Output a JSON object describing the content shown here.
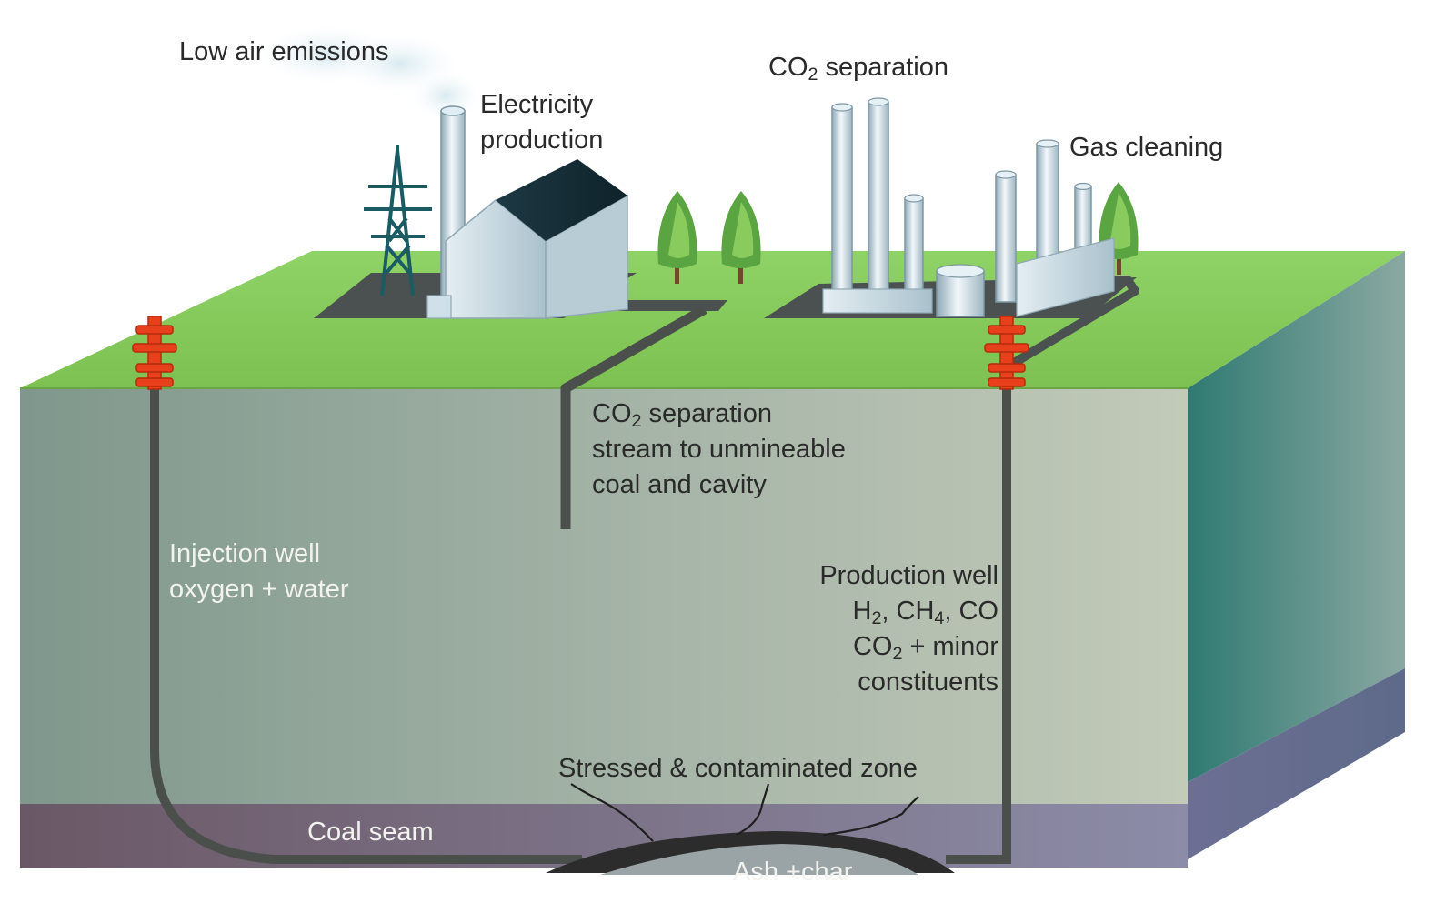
{
  "labels": {
    "low_air_emissions": "Low air emissions",
    "electricity_production": [
      "Electricity",
      "production"
    ],
    "co2_separation_surface": {
      "pre": "CO",
      "sub": "2",
      "post": " separation"
    },
    "gas_cleaning": "Gas cleaning",
    "co2_stream": {
      "line1_pre": "CO",
      "line1_sub": "2",
      "line1_post": " separation",
      "line2": "stream to unmineable",
      "line3": "coal and cavity"
    },
    "injection_well": [
      "Injection well",
      "oxygen + water"
    ],
    "production_well": {
      "line1": "Production well",
      "line2_parts": [
        "H",
        "2",
        ", CH",
        "4",
        ", CO"
      ],
      "line3_parts": [
        "CO",
        "2",
        " + minor"
      ],
      "line4": "constituents"
    },
    "stressed_zone": "Stressed & contaminated zone",
    "coal_seam": "Coal seam",
    "ash_char": "Ash +char"
  },
  "colors": {
    "ground_surface": "#84c95a",
    "strata_front": "#9aac9f",
    "coal_seam": "#6e5f6c",
    "pipe": "#4a4f4c",
    "wellhead": "#e8401c",
    "tree": "#5aa542",
    "building": "#cfe2ea"
  },
  "icons": [
    "smokestack-icon",
    "transmission-tower-icon",
    "building-icon",
    "tree-icon",
    "storage-tank-icon",
    "wellhead-icon"
  ]
}
